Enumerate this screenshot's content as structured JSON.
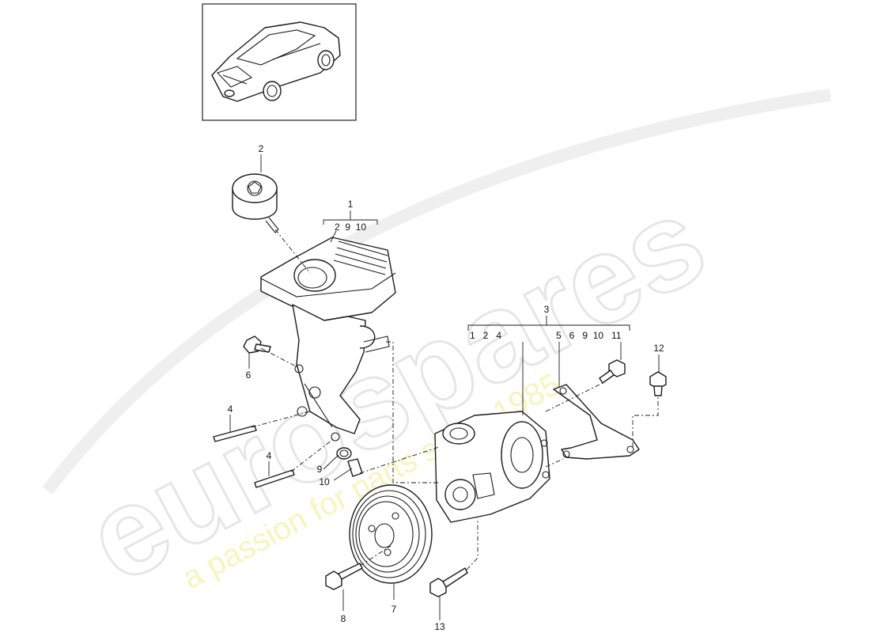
{
  "watermark": {
    "brand": "eurospares",
    "tagline": "a passion for parts since 1985"
  },
  "callouts": {
    "c1": "1",
    "c1_sub": "2  9  10",
    "c2": "2",
    "c3": "3",
    "c3_sub_left": "1   2   4",
    "c3_sub_right": "5   6   9  10   11",
    "c4a": "4",
    "c4b": "4",
    "c6": "6",
    "c7": "7",
    "c8": "8",
    "c9": "9",
    "c10": "10",
    "c12": "12",
    "c13": "13"
  },
  "colors": {
    "line": "#1b1b1b",
    "watermark_outline": "#e6e6e6",
    "watermark_tagline": "#f4f0a8"
  }
}
